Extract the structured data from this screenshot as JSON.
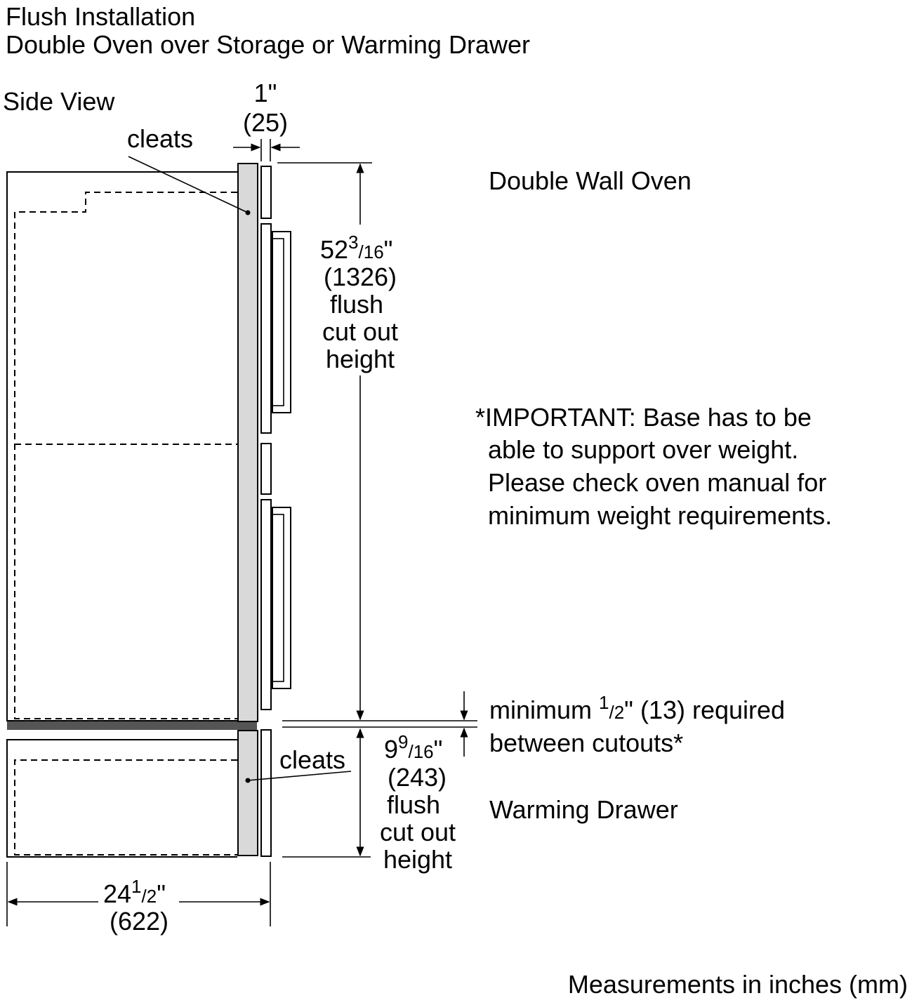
{
  "header": {
    "title": "Flush Installation",
    "subtitle": "Double Oven over Storage or Warming Drawer"
  },
  "view_label": "Side View",
  "labels": {
    "cleats_top": "cleats",
    "cleats_bottom": "cleats",
    "double_wall_oven": "Double Wall Oven",
    "warming_drawer": "Warming Drawer"
  },
  "dimensions": {
    "cleat_depth": {
      "inches": "1\"",
      "mm": "(25)"
    },
    "oven_height": {
      "whole": "52",
      "num": "3",
      "den": "/16",
      "unit": "\"",
      "mm": "(1326)",
      "line1": "flush",
      "line2": "cut out",
      "line3": "height"
    },
    "drawer_height": {
      "whole": "9",
      "num": "9",
      "den": "/16",
      "unit": "\"",
      "mm": "(243)",
      "line1": "flush",
      "line2": "cut out",
      "line3": "height"
    },
    "cabinet_depth": {
      "whole": "24",
      "num": "1",
      "den": "/2",
      "unit": "\"",
      "mm": "(622)"
    },
    "gap": {
      "prefix": "minimum ",
      "num": "1",
      "den": "/2",
      "suffix": "\" (13) required",
      "line2": "between cutouts*"
    }
  },
  "note": {
    "line1": "*IMPORTANT: Base has to be",
    "line2": "able to support over weight.",
    "line3": "Please check oven manual for",
    "line4": "minimum weight requirements."
  },
  "footer": "Measurements in inches (mm)"
}
